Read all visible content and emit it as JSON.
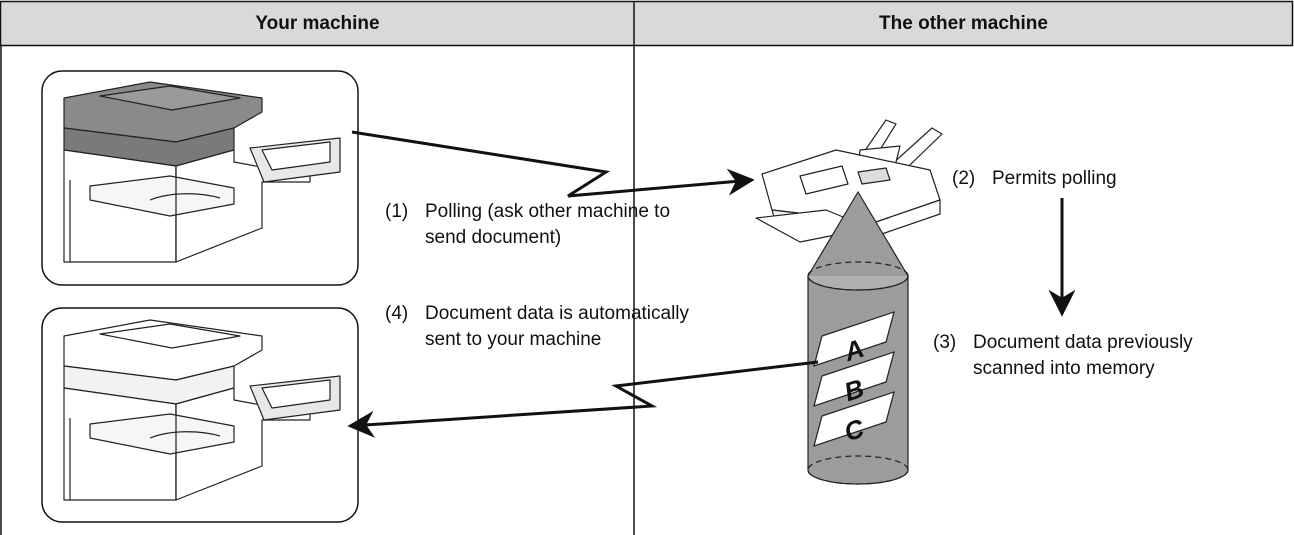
{
  "header": {
    "left_title": "Your machine",
    "right_title": "The other machine"
  },
  "steps": {
    "step1": {
      "num": "(1)",
      "line1": "Polling (ask other machine to",
      "line2": "send document)"
    },
    "step2": {
      "num": "(2)",
      "line1": "Permits polling"
    },
    "step3": {
      "num": "(3)",
      "line1": "Document data previously",
      "line2": "scanned into memory"
    },
    "step4": {
      "num": "(4)",
      "line1": "Document data is automatically",
      "line2": "sent to your machine"
    }
  },
  "memory_letters": [
    "A",
    "B",
    "C"
  ],
  "colors": {
    "header_bg": "#d9d9d9",
    "line": "#111111",
    "machine_dark": "#8a8a8a",
    "machine_light": "#ffffff"
  }
}
